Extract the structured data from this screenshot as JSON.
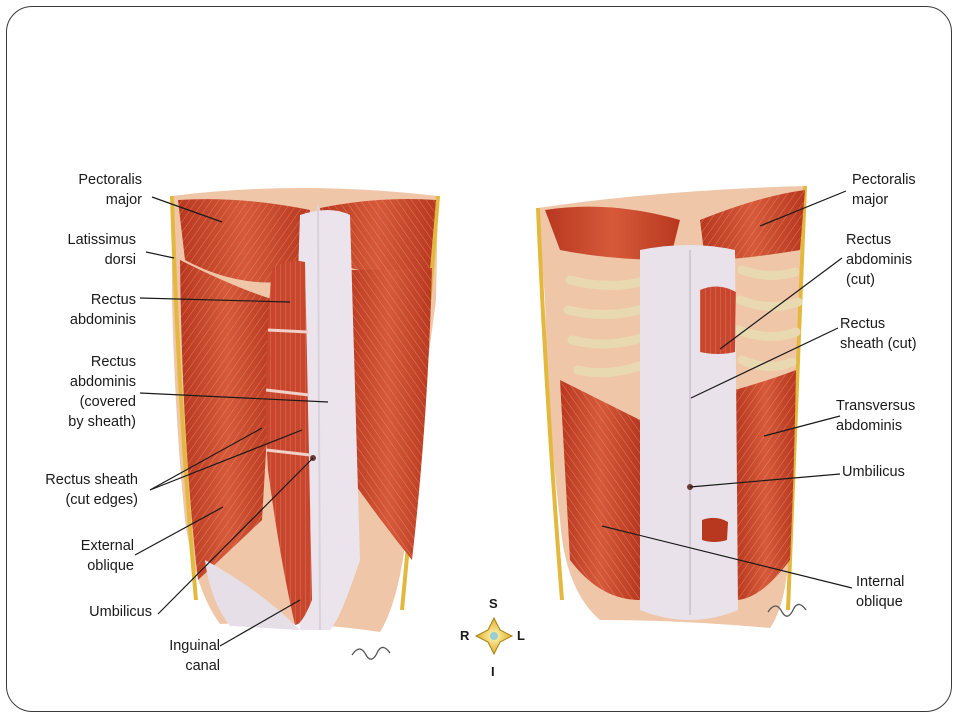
{
  "figure": {
    "left_labels": [
      {
        "id": "pectoralis-major-left",
        "text": "Pectoralis\nmajor"
      },
      {
        "id": "latissimus-dorsi",
        "text": "Latissimus\ndorsi"
      },
      {
        "id": "rectus-abdominis-left",
        "text": "Rectus\nabdominis"
      },
      {
        "id": "rectus-abdominis-covered",
        "text": "Rectus\nabdominis\n(covered\nby sheath)"
      },
      {
        "id": "rectus-sheath-cut-edges",
        "text": "Rectus sheath\n(cut edges)"
      },
      {
        "id": "external-oblique",
        "text": "External\noblique"
      },
      {
        "id": "umbilicus-left",
        "text": "Umbilicus"
      },
      {
        "id": "inguinal-canal",
        "text": "Inguinal\ncanal"
      }
    ],
    "right_labels": [
      {
        "id": "pectoralis-major-right",
        "text": "Pectoralis\nmajor"
      },
      {
        "id": "rectus-abdominis-cut",
        "text": "Rectus\nabdominis\n(cut)"
      },
      {
        "id": "rectus-sheath-cut",
        "text": "Rectus\nsheath (cut)"
      },
      {
        "id": "transversus-abdominis",
        "text": "Transversus\nabdominis"
      },
      {
        "id": "umbilicus-right",
        "text": "Umbilicus"
      },
      {
        "id": "internal-oblique",
        "text": "Internal\noblique"
      }
    ],
    "compass": {
      "superior": "S",
      "inferior": "I",
      "right": "R",
      "left": "L"
    },
    "colors": {
      "muscle": "#c8462e",
      "muscle_light": "#e07a5c",
      "fascia": "#e9e2ea",
      "skin": "#f0c6a8",
      "bone": "#e8d9b0",
      "fat": "#e3b83e"
    }
  }
}
